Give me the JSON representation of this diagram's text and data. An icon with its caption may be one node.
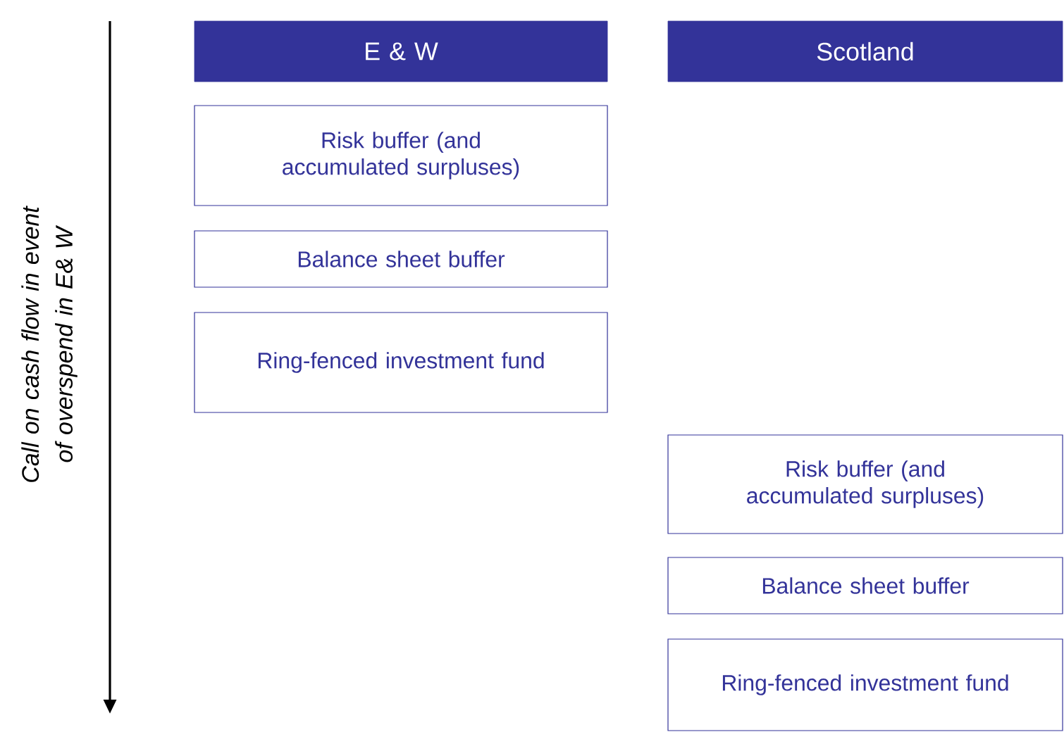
{
  "diagram": {
    "nodes": [
      {
        "text": [
          "E & W"
        ]
      },
      {
        "text": [
          "Scotland"
        ]
      },
      {
        "text": [
          "Risk buffer (and accumulated surpluses)"
        ]
      },
      {
        "text": [
          "Balance sheet buffer"
        ]
      },
      {
        "text": [
          "Ring-fenced investment fund"
        ]
      },
      {
        "text": [
          "Risk buffer (and accumulated surpluses)"
        ]
      },
      {
        "text": [
          "Balance sheet buffer"
        ]
      },
      {
        "text": [
          "Ring-fenced investment fund"
        ]
      }
    ],
    "edges": [],
    "labels": [
      "Call on cash flow in event of overspend in E& W"
    ]
  }
}
